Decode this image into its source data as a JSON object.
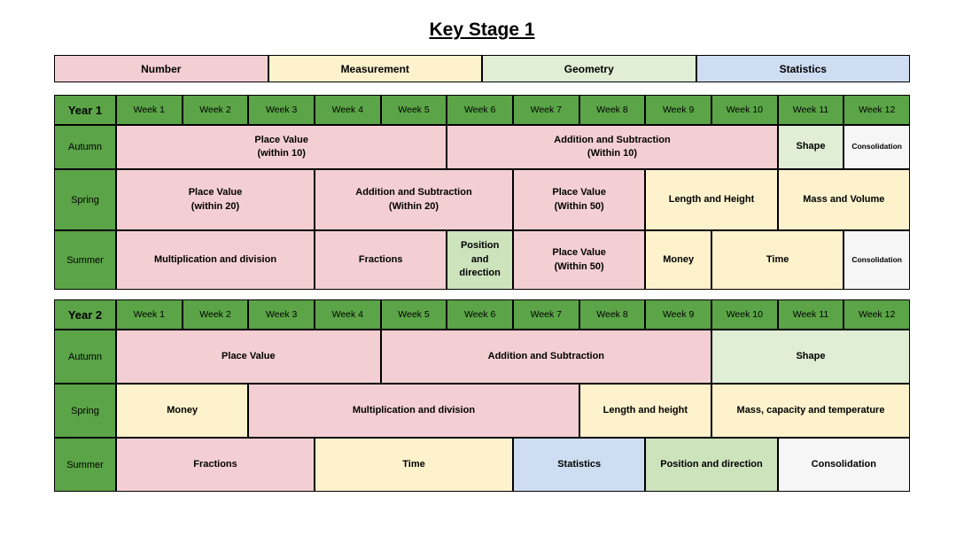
{
  "title": "Key Stage 1",
  "palette": {
    "header_green": "#5ba447",
    "number": "#f3cfd3",
    "measurement": "#fdf2cc",
    "geometry_light": "#dfeed5",
    "geometry": "#cce3bc",
    "statistics": "#cfddf2",
    "consolidation": "#f6f6f6"
  },
  "legend": [
    {
      "label": "Number",
      "color": "number"
    },
    {
      "label": "Measurement",
      "color": "measurement"
    },
    {
      "label": "Geometry",
      "color": "geometry_light"
    },
    {
      "label": "Statistics",
      "color": "statistics"
    }
  ],
  "weeks": [
    "Week 1",
    "Week 2",
    "Week 3",
    "Week 4",
    "Week 5",
    "Week 6",
    "Week 7",
    "Week 8",
    "Week 9",
    "Week 10",
    "Week 11",
    "Week 12"
  ],
  "year1": {
    "label": "Year 1",
    "terms": {
      "autumn": {
        "label": "Autumn",
        "blocks": [
          {
            "text": "Place Value\n(within 10)",
            "weeks": 5,
            "color": "number"
          },
          {
            "text": "Addition and Subtraction\n(Within 10)",
            "weeks": 5,
            "color": "number"
          },
          {
            "text": "Shape",
            "weeks": 1,
            "color": "geometry_light"
          },
          {
            "text": "Consolidation",
            "weeks": 1,
            "color": "consolidation"
          }
        ]
      },
      "spring": {
        "label": "Spring",
        "blocks": [
          {
            "text": "Place Value\n(within 20)",
            "weeks": 3,
            "color": "number"
          },
          {
            "text": "Addition and Subtraction\n(Within 20)",
            "weeks": 3,
            "color": "number"
          },
          {
            "text": "Place Value\n(Within 50)",
            "weeks": 2,
            "color": "number"
          },
          {
            "text": "Length and Height",
            "weeks": 2,
            "color": "measurement"
          },
          {
            "text": "Mass and Volume",
            "weeks": 2,
            "color": "measurement"
          }
        ]
      },
      "summer": {
        "label": "Summer",
        "blocks": [
          {
            "text": "Multiplication and division",
            "weeks": 3,
            "color": "number"
          },
          {
            "text": "Fractions",
            "weeks": 2,
            "color": "number"
          },
          {
            "text": "Position\nand\ndirection",
            "weeks": 1,
            "color": "geometry"
          },
          {
            "text": "Place Value\n(Within 50)",
            "weeks": 2,
            "color": "number"
          },
          {
            "text": "Money",
            "weeks": 1,
            "color": "measurement"
          },
          {
            "text": "Time",
            "weeks": 2,
            "color": "measurement"
          },
          {
            "text": "Consolidation",
            "weeks": 1,
            "color": "consolidation"
          }
        ]
      }
    }
  },
  "year2": {
    "label": "Year 2",
    "terms": {
      "autumn": {
        "label": "Autumn",
        "blocks": [
          {
            "text": "Place Value",
            "weeks": 4,
            "color": "number"
          },
          {
            "text": "Addition and Subtraction",
            "weeks": 5,
            "color": "number"
          },
          {
            "text": "Shape",
            "weeks": 3,
            "color": "geometry_light"
          }
        ]
      },
      "spring": {
        "label": "Spring",
        "blocks": [
          {
            "text": "Money",
            "weeks": 2,
            "color": "measurement"
          },
          {
            "text": "Multiplication and division",
            "weeks": 5,
            "color": "number"
          },
          {
            "text": "Length and height",
            "weeks": 2,
            "color": "measurement"
          },
          {
            "text": "Mass, capacity and temperature",
            "weeks": 3,
            "color": "measurement"
          }
        ]
      },
      "summer": {
        "label": "Summer",
        "blocks": [
          {
            "text": "Fractions",
            "weeks": 3,
            "color": "number"
          },
          {
            "text": "Time",
            "weeks": 3,
            "color": "measurement"
          },
          {
            "text": "Statistics",
            "weeks": 2,
            "color": "statistics"
          },
          {
            "text": "Position and direction",
            "weeks": 2,
            "color": "geometry"
          },
          {
            "text": "Consolidation",
            "weeks": 2,
            "color": "consolidation"
          }
        ]
      }
    }
  }
}
